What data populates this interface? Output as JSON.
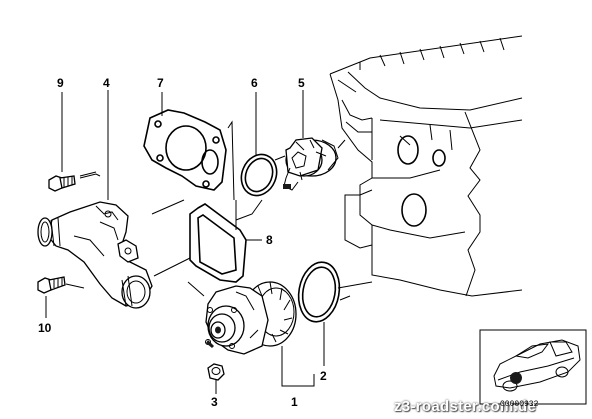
{
  "labels": {
    "p1": "1",
    "p2": "2",
    "p3": "3",
    "p4": "4",
    "p5": "5",
    "p6": "6",
    "p7": "7",
    "p8": "8",
    "p9": "9",
    "p10": "10"
  },
  "diagram_id": "00000932",
  "watermark": "z3-roadster.com.de",
  "colors": {
    "line": "#000000",
    "background": "#ffffff",
    "watermark_text": "#ffffff"
  }
}
